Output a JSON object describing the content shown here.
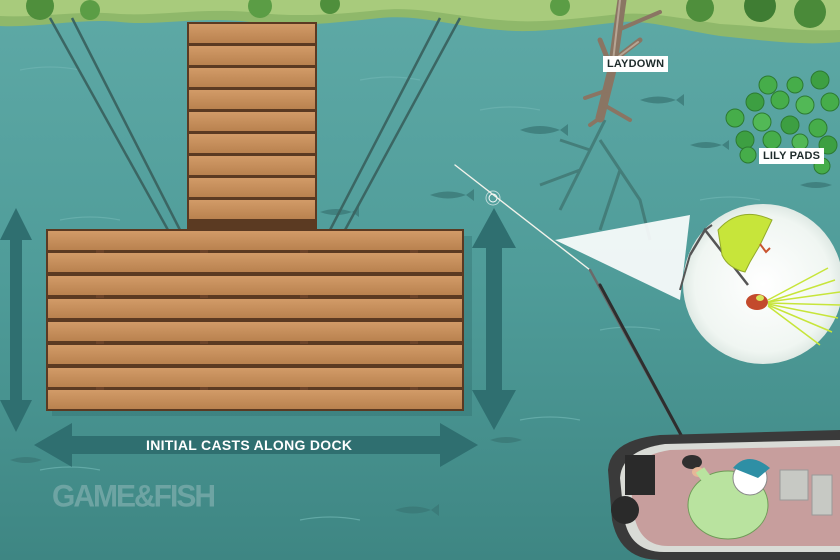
{
  "labels": {
    "laydown": "LAYDOWN",
    "lily_pads": "LILY PADS",
    "initial_casts": "INITIAL CASTS ALONG DOCK"
  },
  "logo": "GAME&FISH",
  "colors": {
    "water_light": "#5aa7a4",
    "water_dark": "#3f8481",
    "shore": "#a9c97b",
    "dock_wood": "#c8915f",
    "arrow": "#2f6f70",
    "lily": "#3fa845",
    "boat": "#3b3b3b",
    "lure_skirt": "#c7e53a"
  },
  "icons": [
    "tree-icon",
    "fish-icon",
    "boat-icon",
    "angler-icon",
    "spinnerbait-icon",
    "double-arrow-icon"
  ]
}
